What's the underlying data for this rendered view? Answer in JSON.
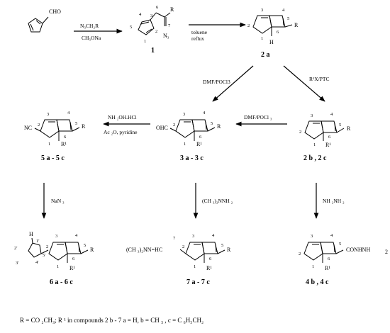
{
  "s0": {
    "cho": "CHO"
  },
  "r1": {
    "reagent_top": "N₃CH₂R",
    "reagent_bottom": "CH₃ONa"
  },
  "c1": {
    "n4": "4",
    "n3": "3",
    "n6": "6",
    "r": "R",
    "n5": "5",
    "n2": "2",
    "n7": "7",
    "n1": "1",
    "n3b": "N₃",
    "label": "1"
  },
  "r2": {
    "line1": "toluene",
    "line2": "reflux"
  },
  "c2a": {
    "n3": "3",
    "n4": "4",
    "n5": "5",
    "n2": "2",
    "r": "R",
    "n6": "6",
    "n1": "1",
    "h": "H",
    "label": "2 a"
  },
  "r3": {
    "text": "DMF/POCl3"
  },
  "r4": {
    "text": "R¹X/PTC"
  },
  "c2b": {
    "n3": "3",
    "n4": "4",
    "n5": "5",
    "r": "R",
    "n2": "2",
    "n6": "6",
    "n1": "1",
    "r1": "R¹",
    "label": "2 b , 2 c"
  },
  "r5": {
    "text": "DMF/POCl ₃"
  },
  "c3a": {
    "n3": "3",
    "n4": "4",
    "n5": "5",
    "ohc": "OHC",
    "n2": "2",
    "r": "R",
    "n6": "6",
    "n1": "1",
    "r1": "R¹",
    "label": "3 a - 3 c"
  },
  "r6": {
    "top": "NH ₂OH.HCl",
    "bottom": "Ac ₂O, pyridine"
  },
  "c5a": {
    "n3": "3",
    "n4": "4",
    "n5": "5",
    "nc": "NC",
    "n2": "2",
    "r": "R",
    "n6": "6",
    "n1": "1",
    "r1": "R¹",
    "label": "5 a - 5 c"
  },
  "r7": {
    "text": "NaN ₃"
  },
  "r8": {
    "text": "(CH ₃)₂NNH ₂"
  },
  "r9": {
    "text": "NH ₂NH ₂"
  },
  "c6a": {
    "h": "H",
    "n1p": "1'",
    "n2p": "2'",
    "n3p": "3'",
    "n4p": "4'",
    "n5p": "5'",
    "n2": "2",
    "n3": "3",
    "n4": "4",
    "n5": "5",
    "r": "R",
    "n6": "6",
    "n1": "1",
    "r1": "R¹",
    "label": "6 a - 6 c"
  },
  "c7a": {
    "n7": "7",
    "n3": "3",
    "n4": "4",
    "n5": "5",
    "sub": "(CH ₃)₂NN=HC",
    "n2": "2",
    "r": "R",
    "n6": "6",
    "n1": "1",
    "r1": "R¹",
    "label": "7 a - 7 c"
  },
  "c4b": {
    "n3": "3",
    "n4": "4",
    "n5": "5",
    "n2": "2",
    "sub": "CONHNH",
    "two": "2",
    "n6": "6",
    "n1": "1",
    "r1": "R¹",
    "label": "4 b , 4 c"
  },
  "footer": {
    "text": "R = CO ₂CH₃; R ¹ in compounds 2 b - 7 a = H, b = CH ₃ , c = C ₆H₅CH₂"
  }
}
